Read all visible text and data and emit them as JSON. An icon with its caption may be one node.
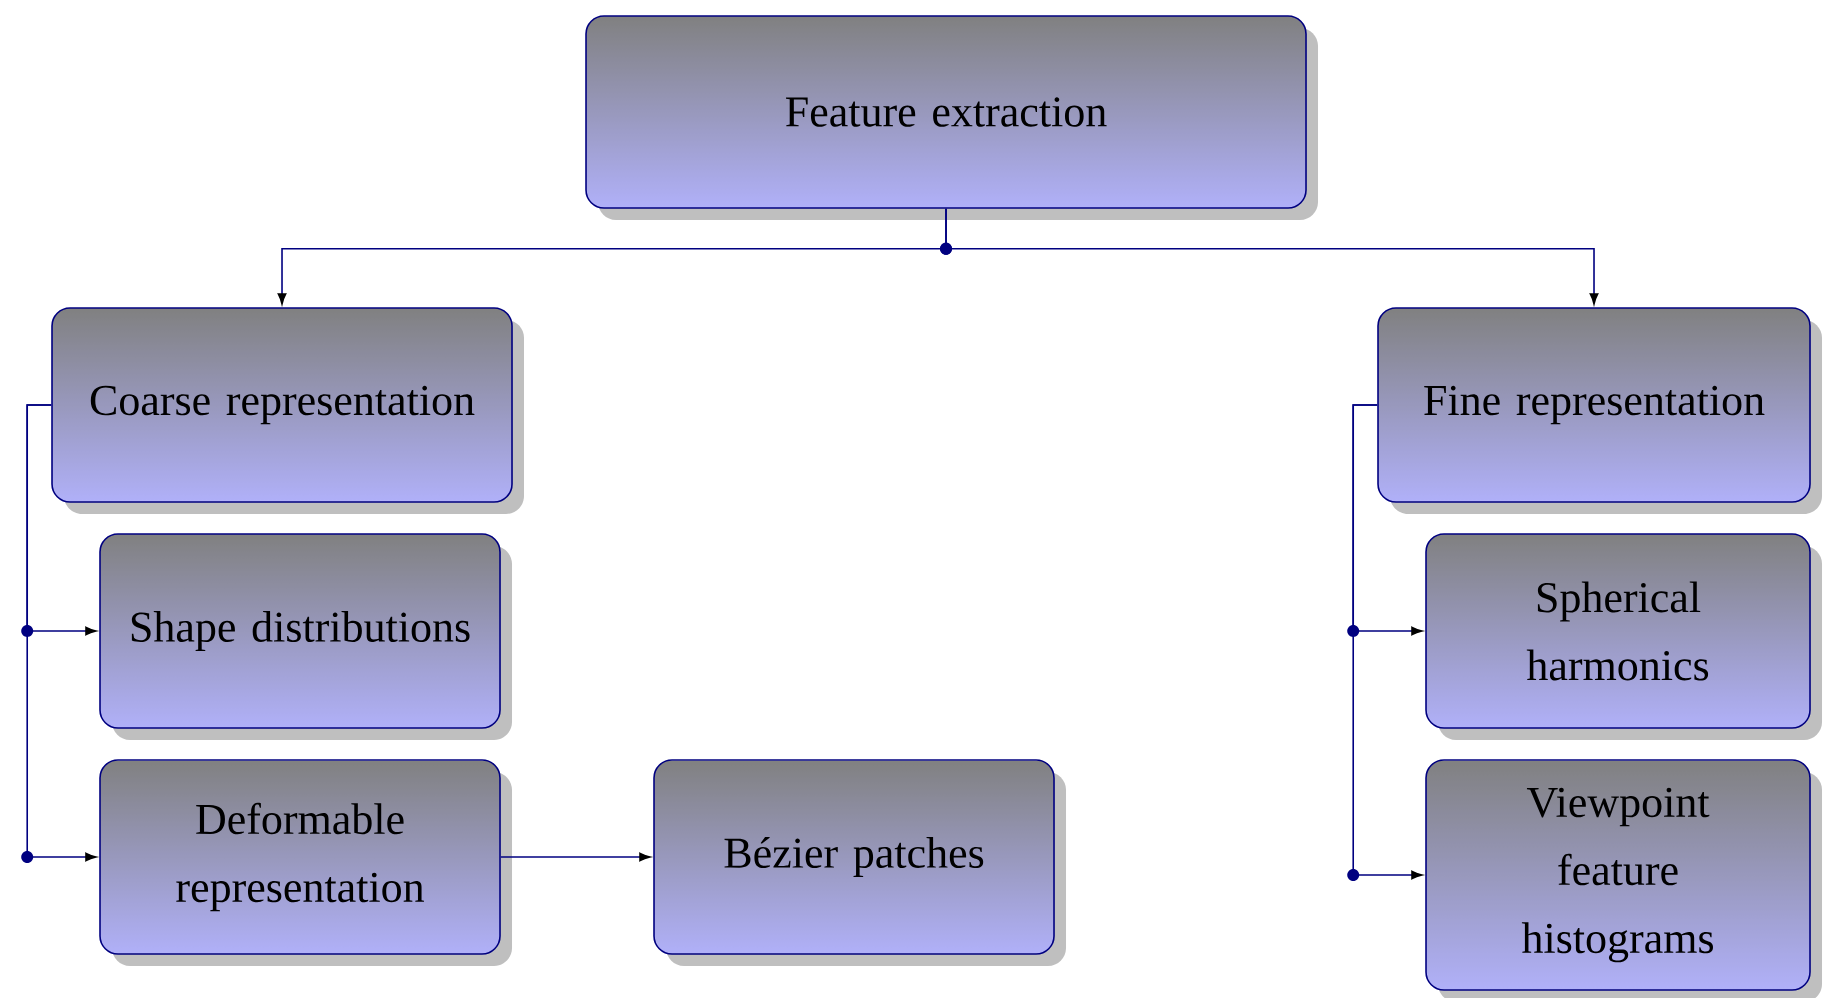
{
  "diagram": {
    "nodes": [
      {
        "text": [
          "Feature extraction"
        ]
      },
      {
        "text": [
          "Coarse representation"
        ]
      },
      {
        "text": [
          "Shape distributions"
        ]
      },
      {
        "text": [
          "Deformable representation"
        ]
      },
      {
        "text": [
          "Bézier patches"
        ]
      },
      {
        "text": [
          "Fine representation"
        ]
      },
      {
        "text": [
          "Spherical harmonics"
        ]
      },
      {
        "text": [
          "Viewpoint feature histograms"
        ]
      }
    ],
    "edges": [
      {
        "from": 0,
        "to": 1,
        "arrow": "to"
      },
      {
        "from": 0,
        "to": 5,
        "arrow": "to"
      },
      {
        "from": 1,
        "to": 2,
        "arrow": "to"
      },
      {
        "from": 1,
        "to": 3,
        "arrow": "to"
      },
      {
        "from": 3,
        "to": 4,
        "arrow": "to"
      },
      {
        "from": 5,
        "to": 6,
        "arrow": "to"
      },
      {
        "from": 5,
        "to": 7,
        "arrow": "to"
      }
    ]
  }
}
